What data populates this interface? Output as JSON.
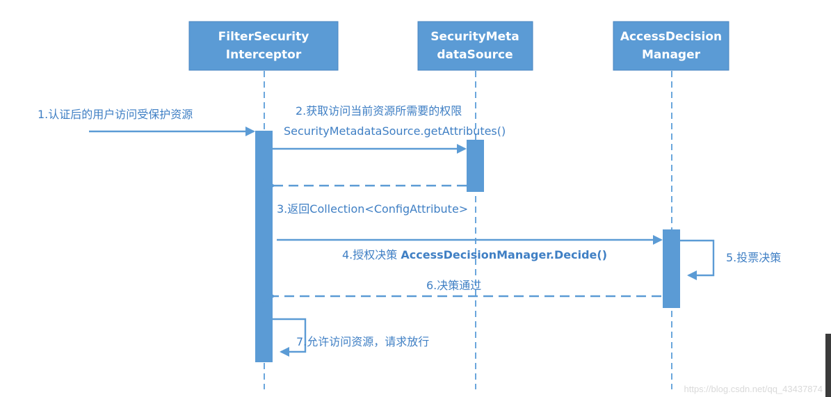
{
  "participants": [
    {
      "id": "filter",
      "line1": "FilterSecurity",
      "line2": "Interceptor"
    },
    {
      "id": "metasource",
      "line1": "SecurityMeta",
      "line2": "dataSource"
    },
    {
      "id": "decision",
      "line1": "AccessDecision",
      "line2": "Manager"
    }
  ],
  "messages": {
    "m1": "1.认证后的用户访问受保护资源",
    "m2a": "2.获取访问当前资源所需要的权限",
    "m2b": "SecurityMetadataSource.getAttributes()",
    "m3": "3.返回Collection<ConfigAttribute>",
    "m4a": "4.授权决策 ",
    "m4b": "AccessDecisionManager.Decide()",
    "m5": "5.投票决策",
    "m6": "6.决策通过",
    "m7": "7.允许访问资源，请求放行"
  },
  "watermark": "https://blog.csdn.net/qq_43437874",
  "colors": {
    "primary": "#5b9bd5",
    "label": "#3f7fc4"
  }
}
